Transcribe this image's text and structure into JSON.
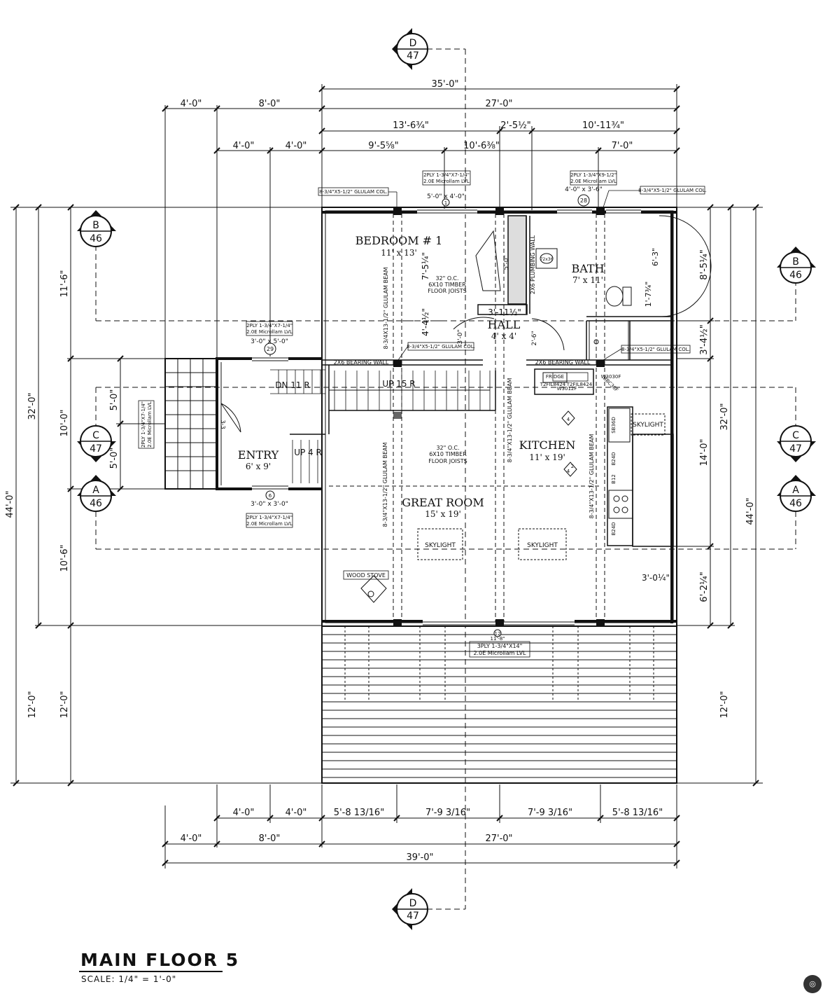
{
  "drawing": {
    "title": "MAIN FLOOR 5",
    "scale": "SCALE: 1/4\" = 1'-0\""
  },
  "section_markers": {
    "d_top": {
      "letter": "D",
      "sheet": "47"
    },
    "d_bottom": {
      "letter": "D",
      "sheet": "47"
    },
    "b_left": {
      "letter": "B",
      "sheet": "46"
    },
    "b_right": {
      "letter": "B",
      "sheet": "46"
    },
    "c_left": {
      "letter": "C",
      "sheet": "47"
    },
    "c_right": {
      "letter": "C",
      "sheet": "47"
    },
    "a_left": {
      "letter": "A",
      "sheet": "46"
    },
    "a_right": {
      "letter": "A",
      "sheet": "46"
    }
  },
  "dims_top": {
    "overall": "35'-0\"",
    "row2": [
      "4'-0\"",
      "8'-0\"",
      "27'-0\""
    ],
    "row3": [
      "13'-6¾\"",
      "2'-5½\"",
      "10'-11¾\""
    ],
    "row4": [
      "4'-0\"",
      "4'-0\"",
      "9'-5⅝\"",
      "10'-6⅜\"",
      "7'-0\""
    ]
  },
  "dims_bottom": {
    "row1": [
      "4'-0\"",
      "4'-0\"",
      "5'-8 13/16\"",
      "7'-9 3/16\"",
      "7'-9 3/16\"",
      "5'-8 13/16\""
    ],
    "row2": [
      "4'-0\"",
      "8'-0\"",
      "27'-0\""
    ],
    "overall": "39'-0\""
  },
  "dims_left": {
    "outer": "44'-0\"",
    "mid": "32'-0\"",
    "inner": [
      "11'-6\"",
      "10'-0\"",
      "10'-6\"",
      "12'-0\""
    ],
    "inner2": [
      "12'-0\""
    ],
    "entry": [
      "5'-0\"",
      "5'-0\""
    ]
  },
  "dims_right": {
    "outer": "44'-0\"",
    "mid": "32'-0\"",
    "inner": [
      "8'-5¼\"",
      "3'-4½\"",
      "14'-0\"",
      "6'-2¼\""
    ],
    "lower": "12'-0\""
  },
  "rooms": {
    "bedroom": {
      "name": "BEDROOM # 1",
      "size": "11' x 13'"
    },
    "bath": {
      "name": "BATH",
      "size": "7' x 11'"
    },
    "hall": {
      "name": "HALL",
      "size": "4' x 4'"
    },
    "entry": {
      "name": "ENTRY",
      "size": "6' x 9'"
    },
    "kitchen": {
      "name": "KITCHEN",
      "size": "11' x 19'"
    },
    "great_room": {
      "name": "GREAT ROOM",
      "size": "15' x 19'"
    }
  },
  "notes": {
    "joists_upper": [
      "32\" O.C.",
      "6X10 TIMBER",
      "FLOOR JOISTS"
    ],
    "joists_lower": [
      "32\" O.C.",
      "6X10 TIMBER",
      "FLOOR JOISTS"
    ],
    "bearing_wall_1": "2X6 BEARING WALL",
    "bearing_wall_2": "2X6 BEARING WALL",
    "plumbing_wall": "2X6 PLUMBING WALL",
    "glulam_beam_a": "8-3/4X13-1/2\" GLULAM BEAM",
    "glulam_beam_b": "8-3/4\"X13-1/2\" GLULAM BEAM",
    "glulam_beam_c": "8-3/4\"X13-1/2\" GLULAM BEAM",
    "glulam_beam_d": "8-3/4\"X13-1/2\" GLULAM BEAM",
    "glulam_col_1": "8-3/4\"X5-1/2\" GLULAM COL.",
    "glulam_col_2": "8-3/4\"X5-1/2\" GLULAM COL.",
    "glulam_col_3": "8-3/4\"X5-1/2\" GLULAM COL.",
    "glulam_col_4": "8-3/4\"X5-1/2\" GLULAM COL.",
    "lvl_1": [
      "2PLY 1-3/4\"X7-1/4\"",
      "2.0E Microllam LVL"
    ],
    "lvl_2": [
      "2PLY 1-3/4\"X9-1/2\"",
      "2.0E Microllam LVL"
    ],
    "lvl_3": [
      "2PLY 1-3/4\"X7-1/4\"",
      "2.0E Microllam LVL"
    ],
    "lvl_4": [
      "2PLY 1-3/4\"X7-1/4\"",
      "2.0E Microllam LVL"
    ],
    "lvl_5": [
      "2PLY 1-3/4\"X7-1/4\"",
      "2.0E Microllam LVL"
    ],
    "lvl_6": [
      "3PLY 1-3/4\"X14\"",
      "2.0E Microllam LVL"
    ],
    "window_1": "5'-0\" x 4'-0\"",
    "window_2": "4'-0\" x 3'-6\"",
    "window_3": "3'-0\" x 5'-0\"",
    "window_4": "3'-0\" x 3'-0\"",
    "tag_1": "1",
    "tag_28": "28",
    "tag_29": "29",
    "tag_6": "6",
    "tag_door": "12",
    "door_width": "11'-8\"",
    "stairs_dn": "DN 11 R",
    "stairs_up15": "UP 15 R",
    "stairs_up4": "UP 4 R",
    "skylight_1": "SKYLIGHT",
    "skylight_2": "SKYLIGHT",
    "skylight_3": "SKYLIGHT",
    "wood_stove": "WOOD STOVE",
    "fridge": "FRIDGE",
    "cab_1": "T2FIL8424",
    "cab_2": "T2FIL8424",
    "cab_3": "W3012F",
    "cab_4": "W3030F",
    "cab_5": "BBC36F",
    "cab_6": "B24D",
    "cab_7": "B24D",
    "cab_8": "B12",
    "cab_9": "SB36D",
    "dim_hall_w": "3'-11½\"",
    "dim_hall_h": "4'-4½\"",
    "dim_bed": "7'-5¼\"",
    "dim_closet": "5'-0\"",
    "dim_bath_a": "1'-7¾\"",
    "dim_bath_b": "6'-3\"",
    "dim_3_0": "3'-0\"",
    "dim_2_6": "2'-6\"",
    "dim_3_0_1_4": "3'-0¼\"",
    "tub": "72x36",
    "entry_dim": "3-3",
    "marker_4a": "4",
    "marker_4b": "4",
    "marker_2": "2"
  }
}
